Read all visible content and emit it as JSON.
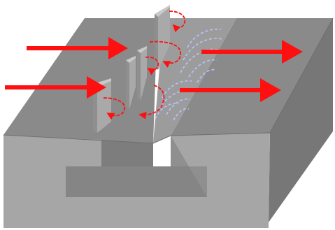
{
  "diagram": {
    "type": "3d-channel-flow-illustration",
    "colors": {
      "background": "#ffffff",
      "block_top": "#8a8a8a",
      "block_front": "#a7a7a7",
      "block_side": "#7a7a7a",
      "channel_floor": "#9b9b9b",
      "fin_face": "#a9a9a9",
      "fin_top": "#c9c9c9",
      "fin_side": "#8f8f8f",
      "flow_arrow": "#ff1010",
      "vortex_arrow": "#ff1010",
      "wake_lines": "#b9c3ff"
    },
    "elements": [
      {
        "name": "incoming-flow-arrow",
        "count": 2
      },
      {
        "name": "outgoing-flow-arrow",
        "count": 2
      },
      {
        "name": "fin",
        "count": 4
      },
      {
        "name": "vortex-arrow",
        "count": 5
      },
      {
        "name": "wake-streamline",
        "count": 10
      }
    ]
  }
}
